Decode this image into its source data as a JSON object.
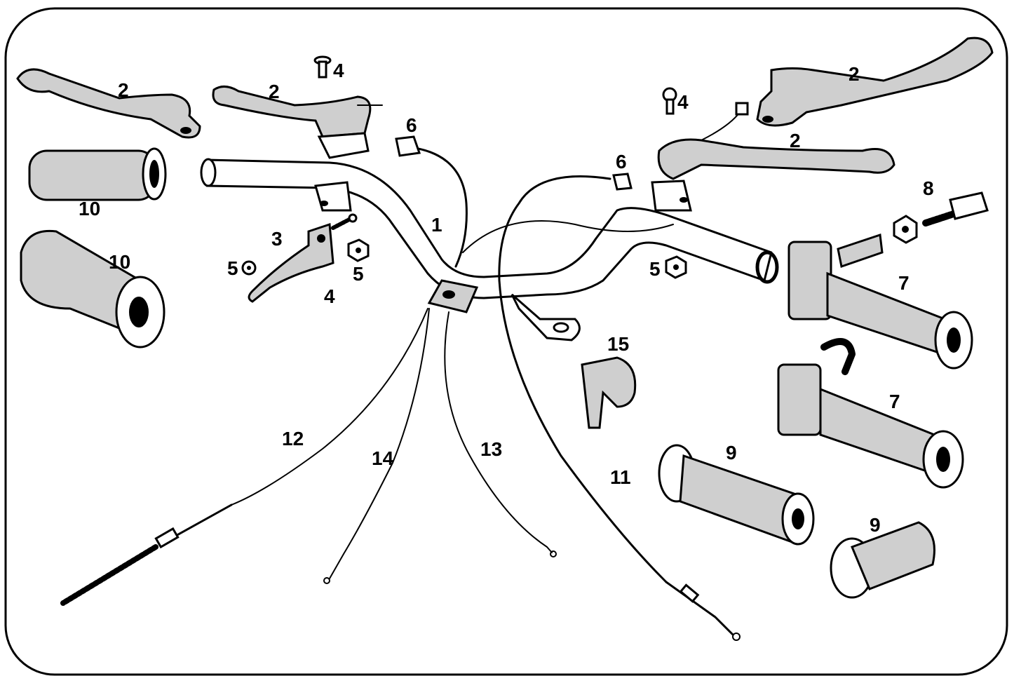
{
  "colors": {
    "ink": "#000000",
    "paper": "#ffffff",
    "shade": "#cfcfcf"
  },
  "labels": {
    "lever_top_left": "2",
    "lever_upper_left": "2",
    "bolt_top": "4",
    "lever_top_right": "2",
    "bolt_right": "4",
    "lever_right": "2",
    "fitting_left": "6",
    "fitting_right": "6",
    "handlebar": "1",
    "decomp_lever": "3",
    "nut_left_small": "5",
    "nut_left_center": "5",
    "bolt_bottom": "4",
    "nut_right": "5",
    "adjuster": "8",
    "grip_left_top": "10",
    "grip_left_bottom": "10",
    "throttle_top": "7",
    "throttle_bottom": "7",
    "grip_right_top": "9",
    "grip_right_bottom": "9",
    "cable_tie": "15",
    "cable_12": "12",
    "cable_14": "14",
    "cable_13": "13",
    "cable_11": "11"
  }
}
